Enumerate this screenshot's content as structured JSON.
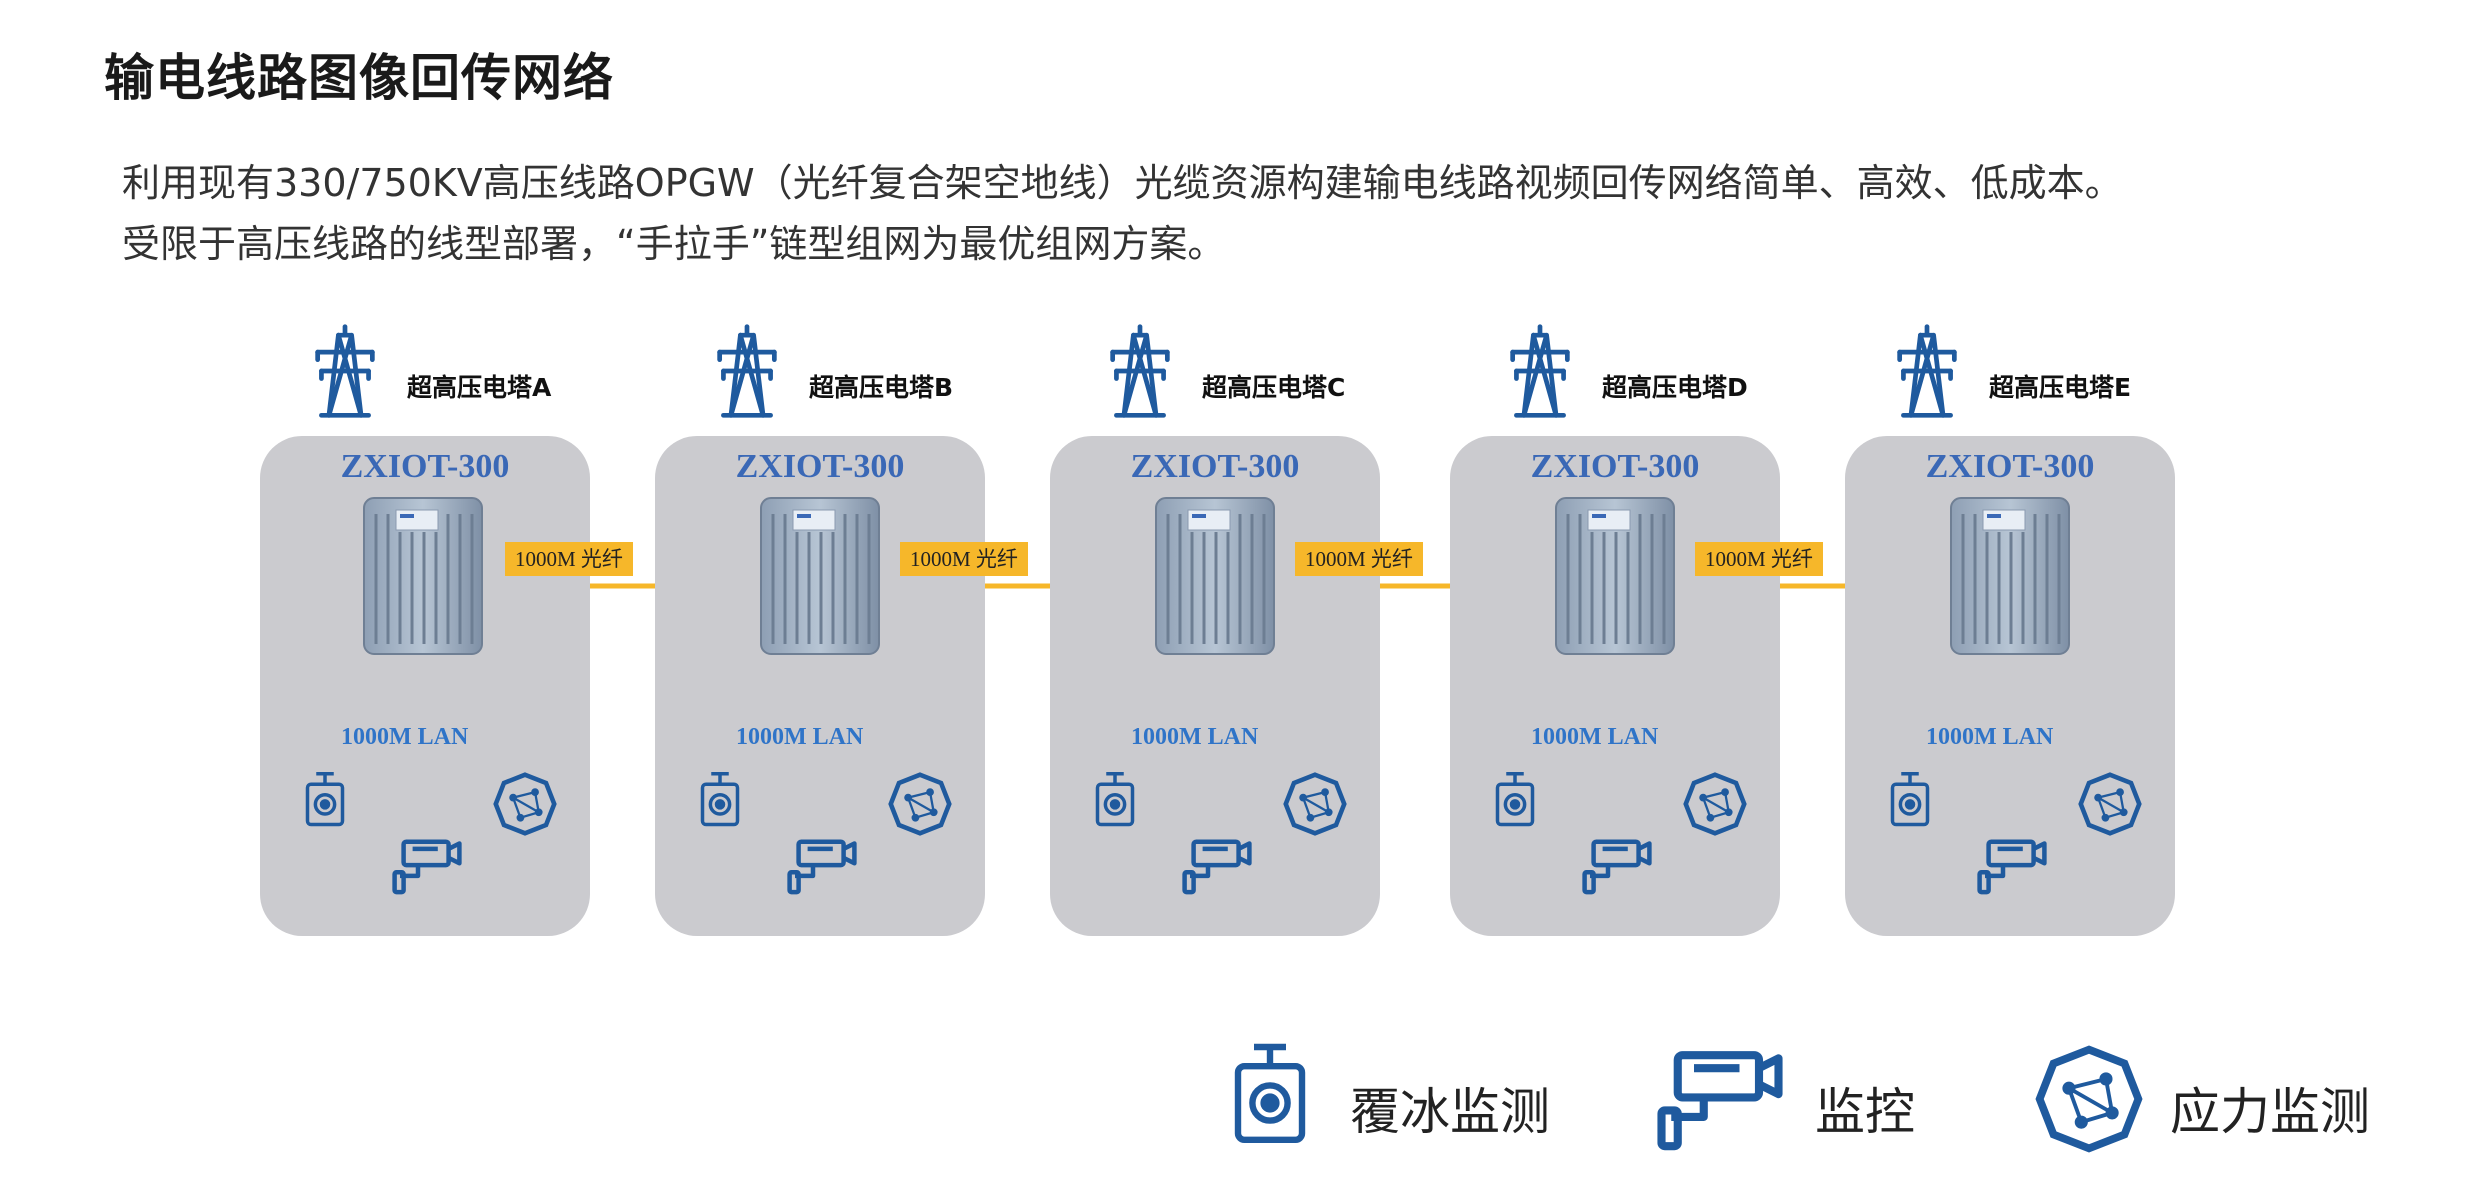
{
  "title": "输电线路图像回传网络",
  "description": [
    "利用现有330/750KV高压线路OPGW（光纤复合架空地线）光缆资源构建输电线路视频回传网络简单、高效、低成本。",
    "受限于高压线路的线型部署，“手拉手”链型组网为最优组网方案。"
  ],
  "nodes": [
    {
      "tower": "超高压电塔A",
      "model": "ZXIOT-300",
      "lan": "1000M LAN"
    },
    {
      "tower": "超高压电塔B",
      "model": "ZXIOT-300",
      "lan": "1000M LAN"
    },
    {
      "tower": "超高压电塔C",
      "model": "ZXIOT-300",
      "lan": "1000M LAN"
    },
    {
      "tower": "超高压电塔D",
      "model": "ZXIOT-300",
      "lan": "1000M LAN"
    },
    {
      "tower": "超高压电塔E",
      "model": "ZXIOT-300",
      "lan": "1000M LAN"
    }
  ],
  "links": [
    "1000M 光纤",
    "1000M 光纤",
    "1000M 光纤",
    "1000M 光纤"
  ],
  "legend": [
    {
      "icon": "ice-sensor-icon",
      "label": "覆冰监测"
    },
    {
      "icon": "camera-icon",
      "label": "监控"
    },
    {
      "icon": "stress-sensor-icon",
      "label": "应力监测"
    }
  ],
  "colors": {
    "icon_blue": "#1f5a9e",
    "lan_blue": "#2ba3e3",
    "fiber_orange": "#f6b72a",
    "box_gray": "#cbcbcf",
    "model_blue": "#3a68b6"
  }
}
